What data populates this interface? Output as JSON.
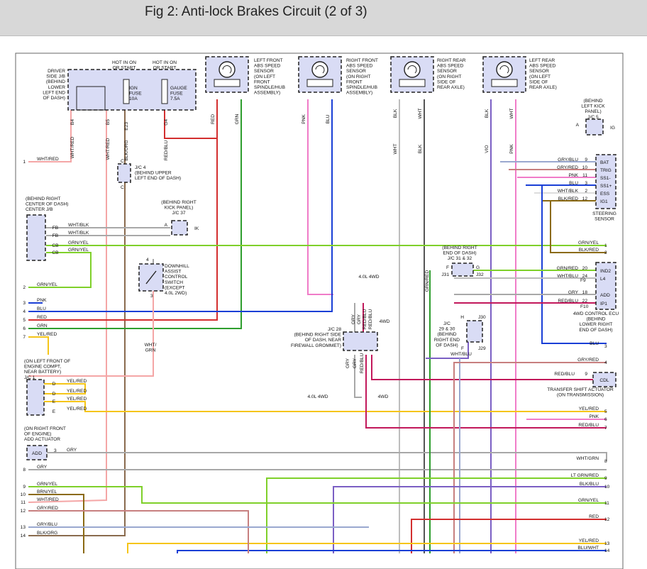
{
  "header": {
    "title": "Fig 2: Anti-lock Brakes Circuit (2 of 3)"
  },
  "colors": {
    "red": "#d32f2f",
    "green": "#2e9e2e",
    "grn_yel": "#7fd02a",
    "blue": "#1a3fd6",
    "wht_red": "#f4a6a6",
    "gry_red": "#c77f7f",
    "blk_org": "#8a6b4e",
    "yellow": "#f5c518",
    "gray": "#a8a8a8",
    "pink": "#f07cc8",
    "red_blu": "#c2185b",
    "purple": "#7b5fc4",
    "gry_blu": "#9aa8cf",
    "brn": "#8b6a14",
    "component_fill": "#d9dcf5"
  },
  "labels": {
    "hot_ign": "HOT IN ON\nOR START",
    "hot_gauge": "HOT IN ON\nOR START",
    "driver_jb": "DRIVER\nSIDE J/B\n(BEHIND\nLOWER\nLEFT END\nOF DASH)",
    "ign_fuse": "IGN\nFUSE\n10A",
    "gauge_fuse": "GAUGE\nFUSE\n7.5A",
    "lf_sensor": "LEFT FRONT\nABS SPEED\nSENSOR\n(ON LEFT\nFRONT\nSPINDLE/HUB\nASSEMBLY)",
    "rf_sensor": "RIGHT FRONT\nABS SPEED\nSENSOR\n(ON RIGHT\nFRONT\nSPINDLE/HUB\nASSEMBLY)",
    "rr_sensor": "RIGHT REAR\nABS SPEED\nSENSOR\n(ON RIGHT\nSIDE OF\nREAR AXLE)",
    "lr_sensor": "LEFT REAR\nABS SPEED\nSENSOR\n(ON LEFT\nSIDE OF\nREAR AXLE)",
    "jc4": "J/C 4\n(BEHIND UPPER\nLEFT END OF DASH)",
    "center_jb": "(BEHIND RIGHT\nCENTER OF DASH)\nCENTER J/B",
    "jc37": "(BEHIND RIGHT\nKICK PANEL)\nJ/C 37",
    "downhill": "DOWNHILL\nASSIST\nCONTROL\nSWITCH\n(EXCEPT\n4.0L 2WD)",
    "jc5": "(BEHIND\nLEFT KICK\nPANEL)\nJ/C 5",
    "steering": "STEERING\nSENSOR",
    "jc3132": "(BEHIND RIGHT\nEND OF DASH)\nJ/C 31 & 32",
    "ecu_4wd": "4WD CONTROL ECU\n(BEHIND\nLOWER RIGHT\nEND OF DASH)",
    "jc28": "J/C 28\n(BEHIND RIGHT SIDE\nOF DASH, NEAR\nFIREWALL GROMMET)",
    "jc2930": "J/C\n29 & 30\n(BEHIND\nRIGHT END\nOF DASH)",
    "jc1": "(ON LEFT FRONT OF\nENGINE COMPT,\nNEAR BATTERY)\nJ/C 1",
    "add_act": "(ON RIGHT FRONT\nOF ENGINE)\nADD ACTUATOR",
    "add_box": "ADD",
    "transfer": "TRANSFER SHIFT ACTUATOR\n(ON TRANSMISSION)",
    "cdl": "CDL",
    "wd_40": "4.0L 4WD",
    "wd_4": "4WD",
    "wd_40b": "4.0L 4WD",
    "wd_4b": "4WD",
    "ig": "IG",
    "ik": "IK",
    "wht_grn_v": "WHT/\nGRN",
    "pin_b4": "B4",
    "pin_b5": "B5",
    "pin_e23": "E23",
    "pin_g4": "G4",
    "pin_f9": "F9",
    "pin_f10": "F10",
    "pin_jc5_a": "A",
    "steer_pins": [
      "BAT",
      "TRIG",
      "SS1-",
      "SS1+",
      "ESS",
      "IG1"
    ],
    "ecu_pins": [
      "IND2",
      "L4",
      "ADD",
      "IP1"
    ],
    "fb": "FB",
    "cb": "CB"
  },
  "wires": {
    "left": [
      {
        "num": "1",
        "label": "WHT/RED"
      },
      {
        "num": "2",
        "label": "GRN/YEL"
      },
      {
        "num": "3",
        "label": "PNK"
      },
      {
        "num": "4",
        "label": "BLU"
      },
      {
        "num": "5",
        "label": "RED"
      },
      {
        "num": "6",
        "label": "GRN"
      },
      {
        "num": "7",
        "label": "YEL/RED"
      },
      {
        "num": "8",
        "label": "GRY"
      },
      {
        "num": "9",
        "label": "GRN/YEL"
      },
      {
        "num": "10",
        "label": "BRN/YEL"
      },
      {
        "num": "11",
        "label": "WHT/RED"
      },
      {
        "num": "12",
        "label": "GRY/RED"
      },
      {
        "num": "13",
        "label": "GRY/BLU"
      },
      {
        "num": "14",
        "label": "BLK/ORG"
      }
    ],
    "right": [
      {
        "num": "1",
        "label": "GRN/YEL"
      },
      {
        "num": "2",
        "label": "BLK/RED"
      },
      {
        "num": "3",
        "label": "BLU"
      },
      {
        "num": "4",
        "label": "GRY/RED"
      },
      {
        "num": "5",
        "label": "YEL/RED"
      },
      {
        "num": "6",
        "label": "PNK"
      },
      {
        "num": "7",
        "label": "RED/BLU"
      },
      {
        "num": "8",
        "label": "WHT/GRN"
      },
      {
        "num": "9",
        "label": "LT GRN/RED"
      },
      {
        "num": "10",
        "label": "BLK/BLU"
      },
      {
        "num": "11",
        "label": "GRN/YEL"
      },
      {
        "num": "12",
        "label": "RED"
      },
      {
        "num": "13",
        "label": "YEL/RED"
      },
      {
        "num": "14",
        "label": "BLU/WHT"
      }
    ],
    "top": {
      "b4": "WHT/RED",
      "b5": "WHT/RED",
      "e23": "BLK/ORG",
      "g4": "RED/BLU",
      "lf1": "RED",
      "lf2": "GRN",
      "rf1": "PNK",
      "rf2": "BLU",
      "rr1": "BLK",
      "rr2": "WHT",
      "rr_low1": "WHT",
      "rr_low2": "BLK",
      "lr1": "BLK",
      "lr2": "WHT",
      "lr_low1": "VIO",
      "lr_low2": "PNK"
    },
    "steer": [
      {
        "num": "9",
        "label": "GRY/BLU"
      },
      {
        "num": "10",
        "label": "GRY/RED"
      },
      {
        "num": "11",
        "label": "PNK"
      },
      {
        "num": "3",
        "label": "BLU"
      },
      {
        "num": "2",
        "label": "WHT/BLK"
      },
      {
        "num": "12",
        "label": "BLK/RED"
      }
    ],
    "ecu": [
      {
        "num": "20",
        "label": "GRN/RED"
      },
      {
        "num": "24",
        "label": "WHT/BLU"
      },
      {
        "num": "18",
        "label": "GRY"
      },
      {
        "num": "22",
        "label": "RED/BLU"
      }
    ],
    "jb": [
      {
        "label": "WHT/BLK"
      },
      {
        "label": "WHT/BLK"
      },
      {
        "label": "GRN/YEL"
      },
      {
        "label": "GRN/YEL"
      }
    ],
    "jc1": [
      {
        "pin": "D",
        "label": "YEL/RED"
      },
      {
        "pin": "D",
        "label": "YEL/RED"
      },
      {
        "pin": "E",
        "label": "YEL/RED"
      },
      {
        "pin": "E",
        "label": "YEL/RED"
      }
    ],
    "add_gry": "GRY",
    "add_pin": "3",
    "jc28_pins": [
      "GRY",
      "GRY",
      "RED/BLU",
      "RED/BLU"
    ],
    "jc28_bottom": [
      "GRY",
      "GRY",
      "RED/BLU"
    ],
    "jc3132_red": "GRN/RED",
    "jc3132_f": "F",
    "jc3132_g": "G",
    "jc3132_j31": "J31",
    "jc3132_j32": "J32",
    "jc2930_h": "H",
    "jc2930_f": "F",
    "jc2930_j30": "J30",
    "jc2930_j29": "J29",
    "jc2930_wire": "WHT/BLU",
    "cdl_num": "9",
    "cdl_wire": "RED/BLU",
    "downhill_pin4": "4",
    "downhill_pin3": "3",
    "jc4_c_top": "C",
    "jc4_c_bot": "C",
    "jc37_a": "A"
  }
}
